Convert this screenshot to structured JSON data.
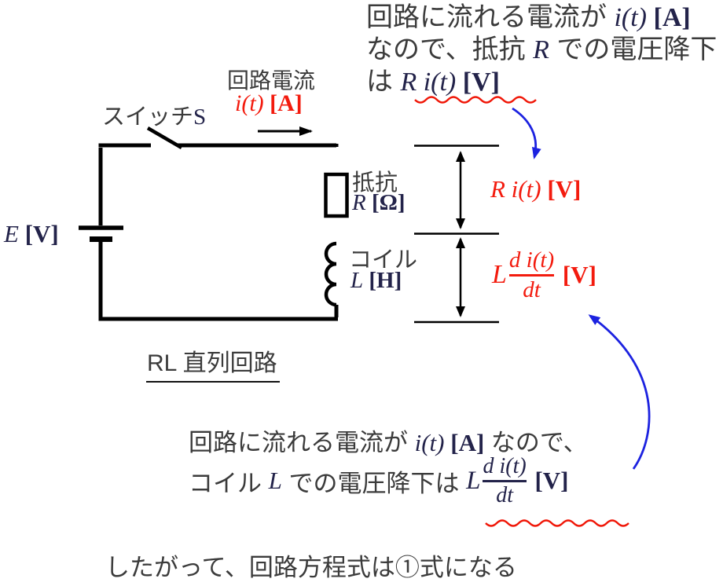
{
  "colors": {
    "wire": "#000000",
    "japanese_text": "#3b3b3b",
    "math_text": "#23234a",
    "highlight_red": "#f31b0e",
    "arrow_blue": "#1c22e0",
    "wavy_underline": "#f01708"
  },
  "circuit": {
    "switch_label_jp": "スイッチ",
    "switch_label_s": "S",
    "current_label": "回路電流",
    "current_math": "i(t)",
    "current_unit": " [A]",
    "source_math": "E",
    "source_unit": " [V]",
    "resistor_jp": "抵抗",
    "resistor_math": "R",
    "resistor_unit": " [Ω]",
    "coil_jp": "コイル",
    "coil_math": "L",
    "coil_unit": " [H]",
    "caption": "RL 直列回路"
  },
  "drops": {
    "resistor_math": "R i(t)",
    "resistor_unit": " [V]",
    "coil_coef": "L",
    "coil_num": "d i(t)",
    "coil_den": "dt",
    "coil_unit": " [V]"
  },
  "notes": {
    "top": {
      "l1_jp": "回路に流れる電流が ",
      "l1_math": "i(t)",
      "l1_unit": " [A]",
      "l2_jp_a": "なので、抵抗 ",
      "l2_math": "R",
      "l2_jp_b": " での電圧降下",
      "l3_jp": "は ",
      "l3_math": "R i(t)",
      "l3_unit": " [V]"
    },
    "bottom": {
      "l1_jp_a": "回路に流れる電流が ",
      "l1_math": "i(t)",
      "l1_unit": " [A]",
      "l1_jp_b": " なので、",
      "l2_jp_a": "コイル ",
      "l2_math_a": "L",
      "l2_jp_b": " での電圧降下は ",
      "l2_coef": "L",
      "l2_num": "d i(t)",
      "l2_den": "dt",
      "l2_unit": " [V]"
    },
    "conclusion": "したがって、回路方程式は①式になる"
  }
}
